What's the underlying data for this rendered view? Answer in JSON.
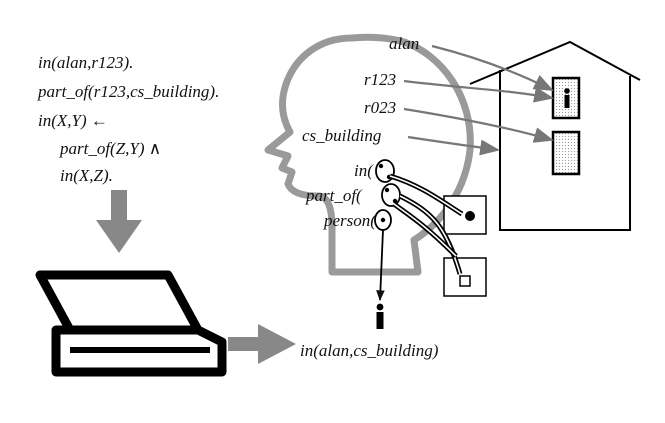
{
  "knowledge_base": {
    "lines": [
      "in(alan,r123).",
      "part_of(r123,cs_building).",
      "in(X,Y) ←",
      "part_of(Z,Y) ∧",
      "in(X,Z)."
    ]
  },
  "head_symbols": {
    "constants": [
      "alan",
      "r123",
      "r023",
      "cs_building"
    ],
    "relations": [
      "in(",
      "part_of(",
      "person("
    ]
  },
  "result": "in(alan,cs_building)",
  "icons": {
    "head": "head-silhouette-icon",
    "house": "house-icon",
    "computer": "laptop-icon",
    "person": "person-icon"
  }
}
